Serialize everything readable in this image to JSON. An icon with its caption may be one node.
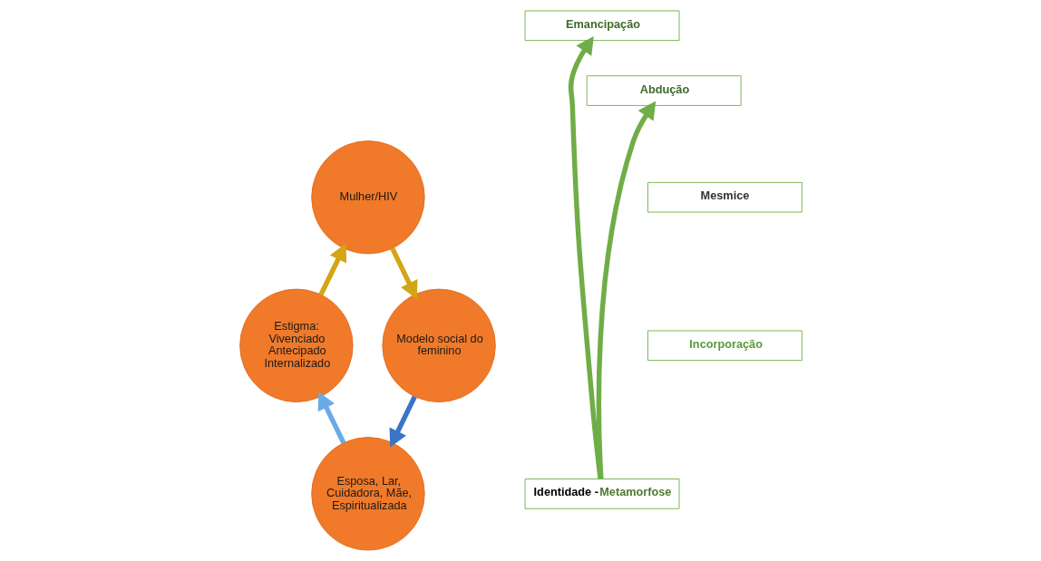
{
  "diagram": {
    "nodes": [
      {
        "text": [
          "Esposa, Lar, Cuidadora, Mãe, Espiritualizada"
        ]
      },
      {
        "text": [
          "Estigma: Vivenciado Antecipado Internalizado"
        ]
      },
      {
        "text": [
          "Mulher/HIV"
        ]
      },
      {
        "text": [
          "Modelo social do feminino"
        ]
      },
      {
        "text": [
          "Emancipação"
        ]
      },
      {
        "text": [
          "Abdução"
        ]
      },
      {
        "text": [
          "Mesmice"
        ]
      },
      {
        "text": [
          "Incorporação"
        ]
      },
      {
        "text": [
          "Identidade -",
          "Metamorfose"
        ]
      }
    ],
    "edges": [
      {
        "from": 3,
        "to": 0,
        "arrow": "to",
        "color": "#3a74c8"
      },
      {
        "from": 0,
        "to": 1,
        "arrow": "to",
        "color": "#6aaae6"
      },
      {
        "from": 1,
        "to": 2,
        "arrow": "to",
        "color": "#d4a514"
      },
      {
        "from": 2,
        "to": 3,
        "arrow": "to",
        "color": "#d4a514"
      },
      {
        "from": 8,
        "to": 4,
        "arrow": "to",
        "color": "#70ad47"
      },
      {
        "from": 8,
        "to": 5,
        "arrow": "to",
        "color": "#70ad47"
      }
    ]
  }
}
